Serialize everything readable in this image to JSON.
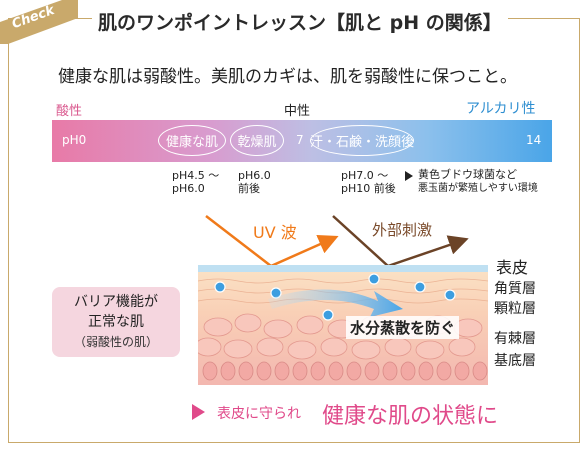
{
  "badge": {
    "label": "Check"
  },
  "header": {
    "title": "肌のワンポイントレッスン【肌と pH の関係】"
  },
  "subtitle": "健康な肌は弱酸性。美肌のカギは、肌を弱酸性に保つこと。",
  "scale": {
    "acid_label": "酸性",
    "neutral_label": "中性",
    "alkaline_label": "アルカリ性",
    "ph_min_label": "pH0",
    "ph_mid_label": "7",
    "ph_max_label": "14",
    "ellipses": [
      {
        "label": "健康な肌"
      },
      {
        "label": "乾燥肌"
      },
      {
        "label": "汗・石鹸・洗顔後"
      }
    ],
    "notes": [
      {
        "line1": "pH4.5 〜",
        "line2": "pH6.0"
      },
      {
        "line1": "pH6.0",
        "line2": "前後"
      },
      {
        "line1": "pH7.0 〜",
        "line2": "pH10 前後"
      }
    ],
    "bacteria": {
      "line1": "黄色ブドウ球菌など",
      "line2": "悪玉菌が繁殖しやすい環境"
    }
  },
  "diagram": {
    "uv_label": "UV 波",
    "external_label": "外部刺激",
    "barrier_box": {
      "line1": "バリア機能が",
      "line2": "正常な肌",
      "line3": "（弱酸性の肌）"
    },
    "evaporation_label": "水分蒸散を防ぐ",
    "layers": {
      "title": "表皮",
      "stratum_corneum": "角質層",
      "stratum_granulosum": "顆粒層",
      "stratum_spinosum": "有棘層",
      "stratum_basale": "基底層"
    }
  },
  "footer": {
    "lead": "表皮に守られ",
    "emphasis": "健康な肌の状態に"
  },
  "colors": {
    "gold_border": "#c9a96b",
    "acid_pink": "#d9578d",
    "alkaline_blue": "#2f8fd1",
    "uv_orange": "#f07a1a",
    "external_brown": "#7a4a2a",
    "footer_pink": "#e04a8a"
  }
}
